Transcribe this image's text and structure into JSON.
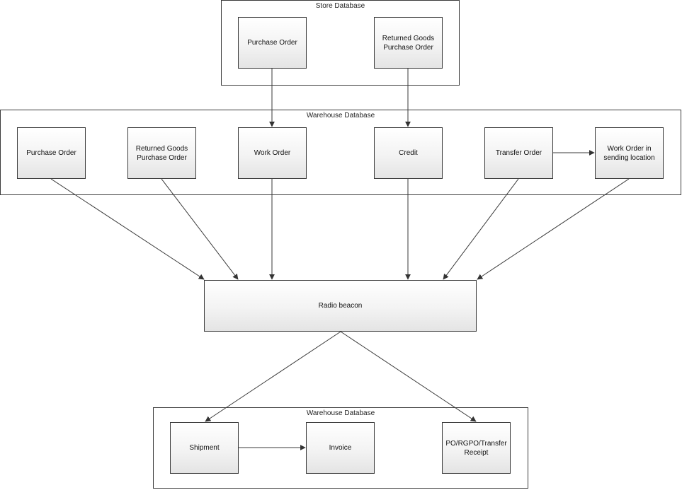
{
  "groups": {
    "store_db": "Store Database",
    "warehouse_db_top": "Warehouse Database",
    "warehouse_db_bottom": "Warehouse Database"
  },
  "nodes": {
    "store_purchase_order": "Purchase Order",
    "store_returned_goods_po": "Returned Goods\nPurchase Order",
    "wh_purchase_order": "Purchase Order",
    "wh_returned_goods_po": "Returned Goods\nPurchase Order",
    "wh_work_order": "Work Order",
    "wh_credit": "Credit",
    "wh_transfer_order": "Transfer Order",
    "wh_work_order_sending": "Work Order in\nsending location",
    "radio_beacon": "Radio beacon",
    "shipment": "Shipment",
    "invoice": "Invoice",
    "receipt": "PO/RGPO/Transfer\nReceipt"
  }
}
